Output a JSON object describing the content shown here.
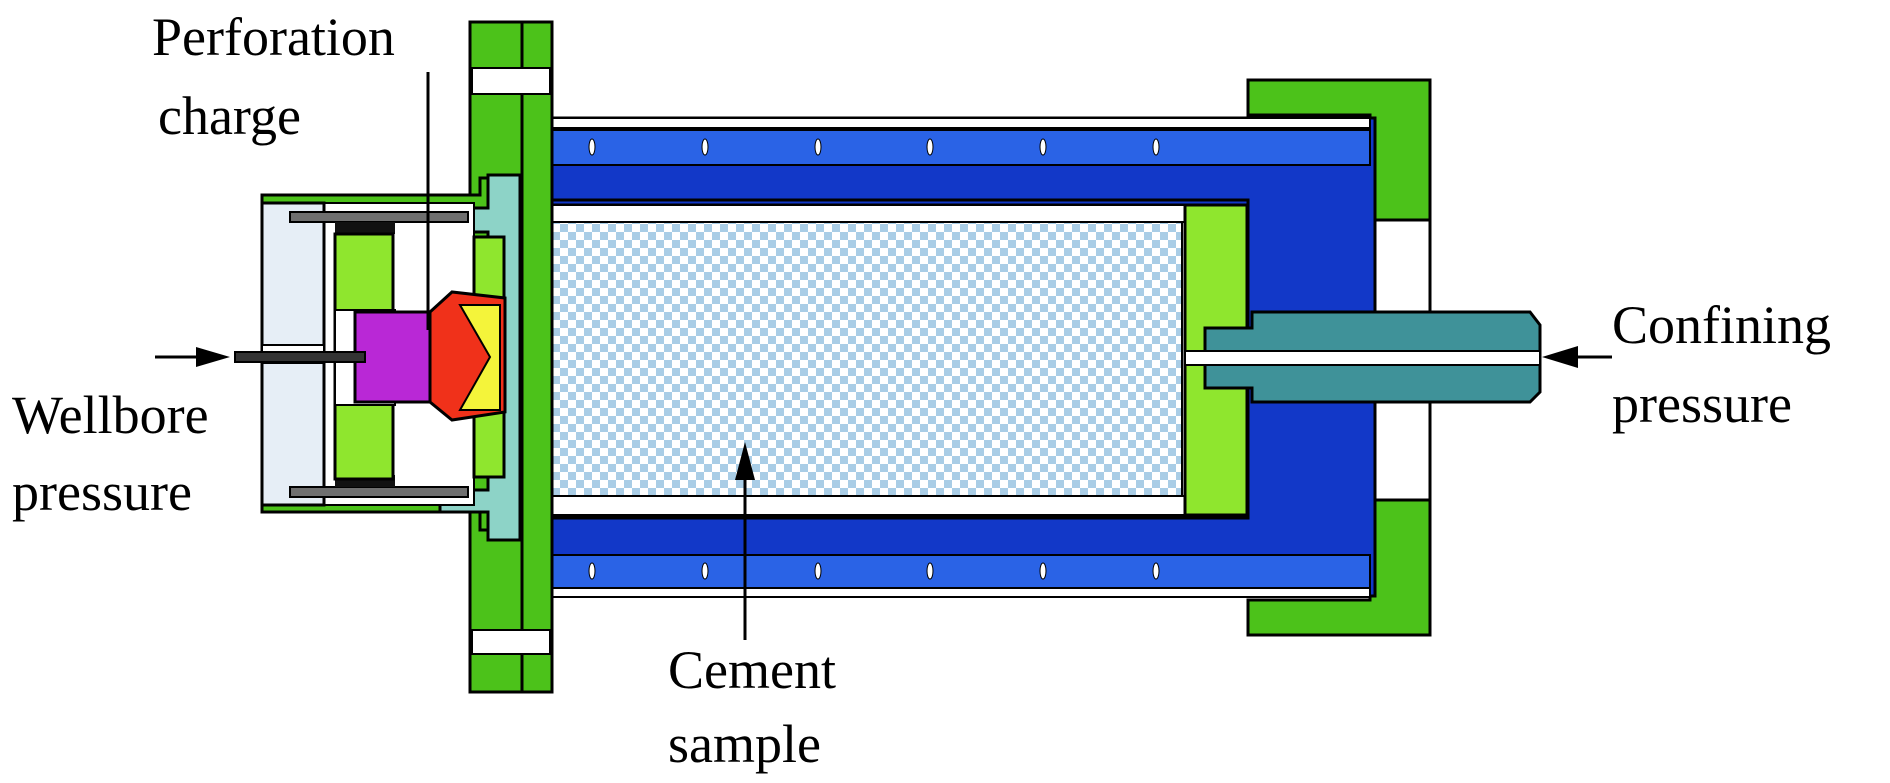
{
  "labels": {
    "perforation_line1": "Perforation",
    "perforation_line2": "charge",
    "wellbore_line1": "Wellbore",
    "wellbore_line2": "pressure",
    "confining_line1": "Confining",
    "confining_line2": "pressure",
    "cement_line1": "Cement",
    "cement_line2": "sample"
  },
  "colors": {
    "flange_green": "#4CC21A",
    "light_green": "#8FE62E",
    "dark_blue": "#1238C8",
    "mid_blue": "#2A63E6",
    "teal": "#3F9299",
    "light_teal": "#8DD3C7",
    "magenta": "#B928D6",
    "red": "#F0311A",
    "yellow": "#F4F43A",
    "pale_blue": "#E6EEF6",
    "sample_check": "#A9CDE6"
  }
}
